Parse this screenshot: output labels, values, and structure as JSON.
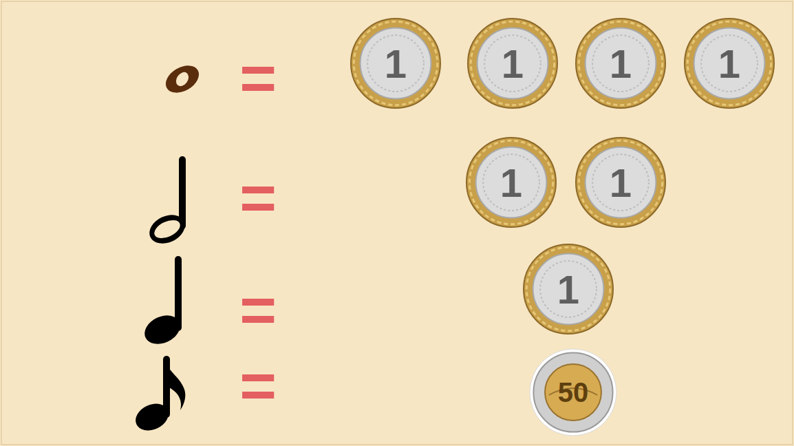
{
  "diagram": {
    "nodes": [
      {
        "text": [
          "1"
        ]
      },
      {
        "text": [
          "1"
        ]
      },
      {
        "text": [
          "1"
        ]
      },
      {
        "text": [
          "1"
        ]
      },
      {
        "text": [
          "1"
        ]
      },
      {
        "text": [
          "1"
        ]
      },
      {
        "text": [
          "1"
        ]
      },
      {
        "text": [
          "50"
        ]
      }
    ],
    "labels": [
      "=",
      "=",
      "=",
      "="
    ]
  }
}
